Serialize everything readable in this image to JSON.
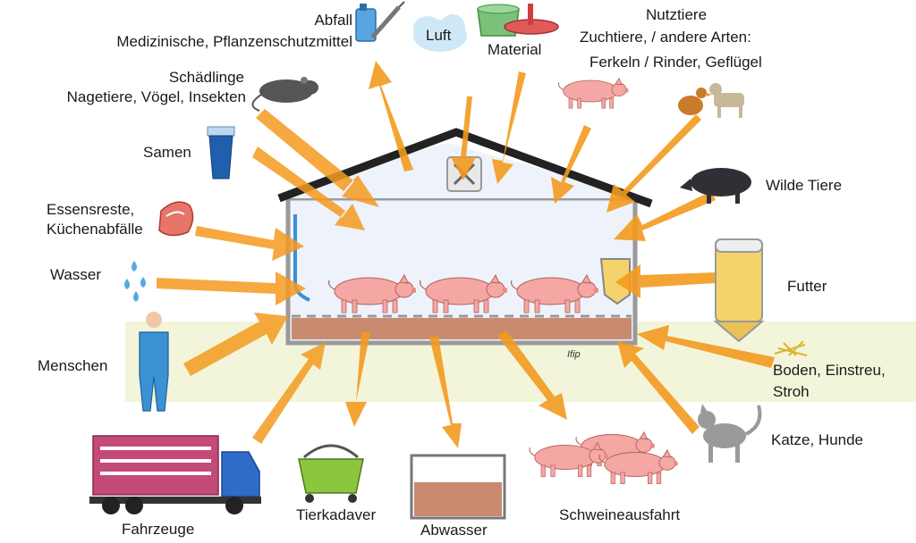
{
  "labels": {
    "abfall": "Abfall",
    "medizin": "Medizinische, Pflanzenschutzmittel",
    "luft": "Luft",
    "material": "Material",
    "nutztiere": "Nutztiere",
    "zuchtiere": "Zuchtiere, / andere Arten:",
    "ferkel": "Ferkeln  / Rinder, Geflügel",
    "schaedlinge": "Schädlinge",
    "nagetiere": "Nagetiere, Vögel, Insekten",
    "samen": "Samen",
    "essensreste": "Essensreste,",
    "kuechenabfaelle": "Küchenabfälle",
    "wasser": "Wasser",
    "menschen": "Menschen",
    "fahrzeuge": "Fahrzeuge",
    "tierkadaver": "Tierkadaver",
    "abwasser": "Abwasser",
    "schweineausfahrt": "Schweineausfahrt",
    "katze": "Katze, Hunde",
    "boden": "Boden, Einstreu,",
    "stroh": "Stroh",
    "futter": "Futter",
    "wilde": "Wilde Tiere",
    "ifip": "Ifip"
  },
  "colors": {
    "arrow": "#f39a1e",
    "arrow_light": "#ffd27a",
    "barn_wall": "#9a9a9a",
    "barn_fill": "#eef2fb",
    "roof": "#222222",
    "pig": "#f5a7a4",
    "ground": "#eef2cc",
    "manure": "#c98b6f"
  }
}
